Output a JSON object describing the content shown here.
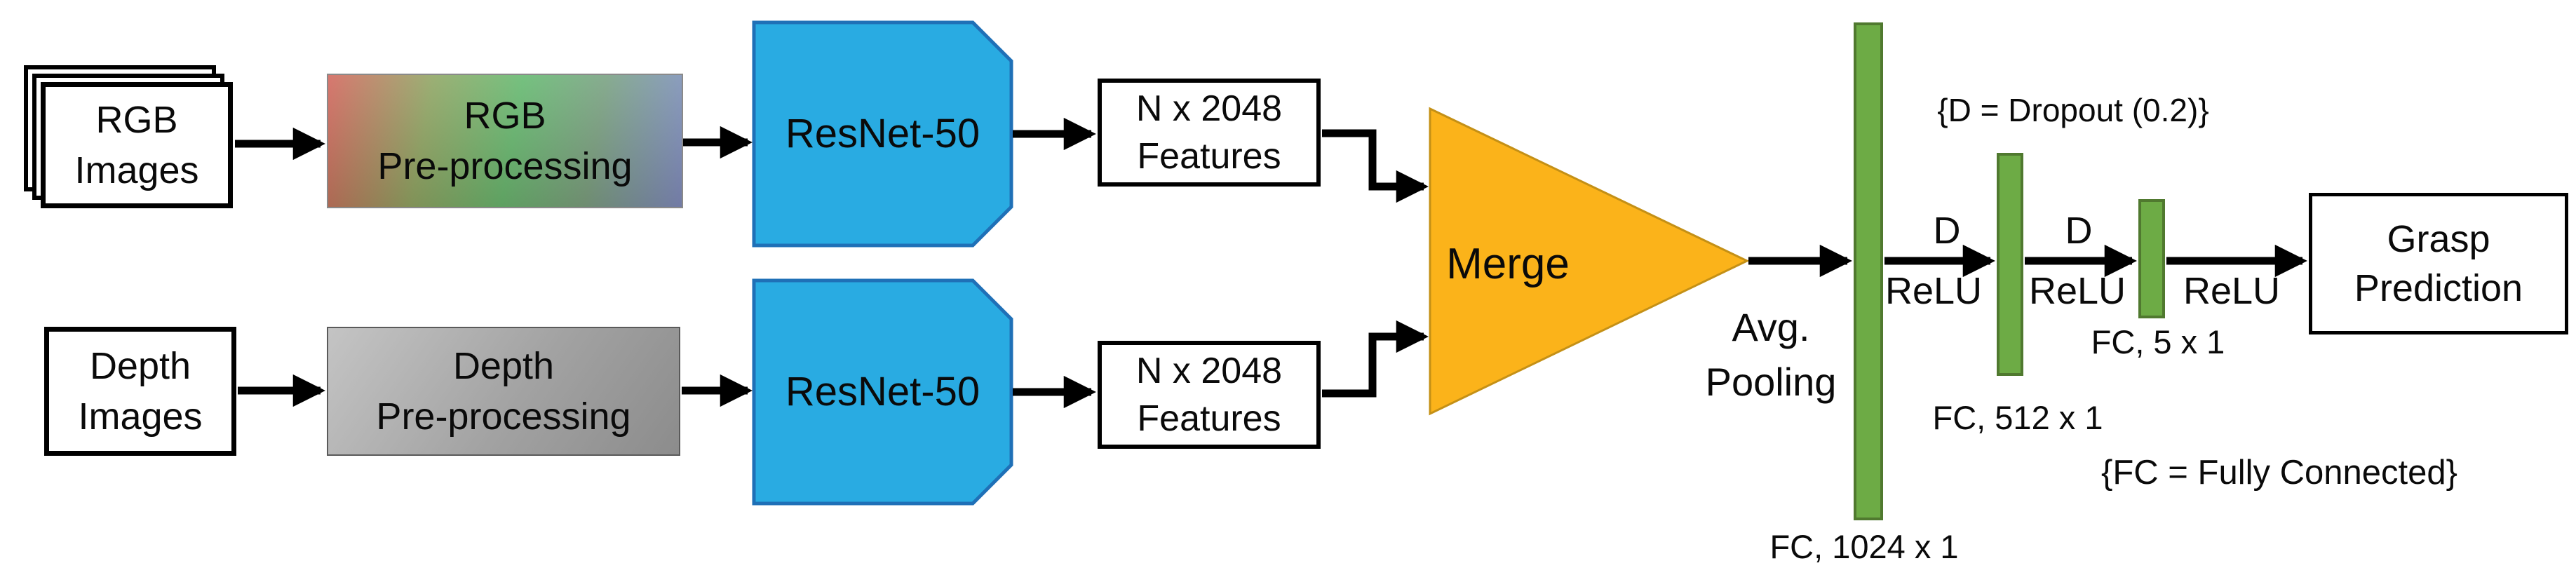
{
  "nodes": {
    "rgb_images": {
      "line1": "RGB",
      "line2": "Images"
    },
    "rgb_preprocessing": {
      "line1": "RGB",
      "line2": "Pre-processing"
    },
    "depth_images": {
      "line1": "Depth",
      "line2": "Images"
    },
    "depth_preprocessing": {
      "line1": "Depth",
      "line2": "Pre-processing"
    },
    "resnet_rgb": {
      "label": "ResNet-50"
    },
    "resnet_depth": {
      "label": "ResNet-50"
    },
    "features_rgb": {
      "line1": "N x 2048",
      "line2": "Features"
    },
    "features_depth": {
      "line1": "N x 2048",
      "line2": "Features"
    },
    "merge": {
      "label": "Merge"
    },
    "grasp_prediction": {
      "line1": "Grasp",
      "line2": "Prediction"
    }
  },
  "fc_layers": [
    {
      "label": "FC, 1024 x 1"
    },
    {
      "label": "FC, 512 x 1"
    },
    {
      "label": "FC, 5 x 1"
    }
  ],
  "edge_labels": {
    "avg_pooling_line1": "Avg.",
    "avg_pooling_line2": "Pooling",
    "d_first": "D",
    "relu_first": "ReLU",
    "d_second": "D",
    "relu_second": "ReLU",
    "relu_third": "ReLU"
  },
  "notes": {
    "dropout": "{D = Dropout (0.2)}",
    "fully_connected": "{FC = Fully Connected}"
  },
  "colors": {
    "resnet_fill": "#29abe2",
    "resnet_border": "#1f70b7",
    "merge_fill": "#fbb31a",
    "merge_border": "#c49016",
    "fc_bar_fill": "#6dab45",
    "fc_bar_border": "#50792f",
    "arrow": "#000000",
    "box_border": "#000000",
    "gray_box": "#a6a6a6"
  }
}
